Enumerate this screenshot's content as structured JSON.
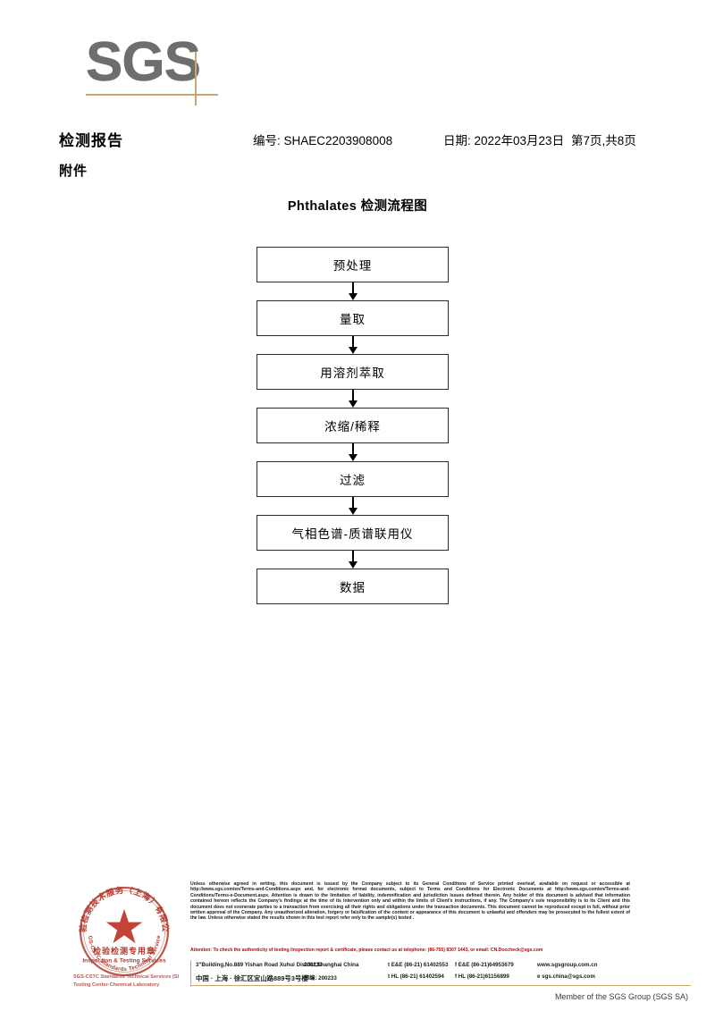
{
  "logo": {
    "text": "SGS"
  },
  "header": {
    "title": "检测报告",
    "report_no": "编号: SHAEC2203908008",
    "date": "日期: 2022年03月23日",
    "page": "第7页,共8页",
    "attachment_label": "附件"
  },
  "flowchart": {
    "title": "Phthalates 检测流程图",
    "steps": [
      {
        "label": "预处理"
      },
      {
        "label": "量取"
      },
      {
        "label": "用溶剂萃取"
      },
      {
        "label": "浓缩/稀释"
      },
      {
        "label": "过滤"
      },
      {
        "label": "气相色谱-质谱联用仪"
      },
      {
        "label": "数据"
      }
    ]
  },
  "stamp": {
    "top_text": "检验检测技术服务（上海）有限公司",
    "center_line1": "检验检测专用章",
    "center_line2": "Inspection & Testing Services",
    "under_line1": "SGS-CSTC Standards Technical Services (Shanghai) Co., Ltd.",
    "under_line2": "Testing Center-Chemical Laboratory",
    "color": "#b5392f"
  },
  "footer": {
    "legal": "Unless otherwise agreed in writing, this document is issued by the Company subject to its General Conditions of Service printed overleaf, available on request or accessible at http://www.sgs.com/en/Terms-and-Conditions.aspx and, for electronic format documents, subject to Terms and Conditions for Electronic Documents at http://www.sgs.com/en/Terms-and-Conditions/Terms-e-Document.aspx. Attention is drawn to the limitation of liability, indemnification and jurisdiction issues defined therein. Any holder of this document is advised that information contained hereon reflects the Company's findings at the time of its intervention only and within the limits of Client's instructions, if any. The Company's sole responsibility is to its Client and this document does not exonerate parties to a transaction from exercising all their rights and obligations under the transaction documents. This document cannot be reproduced except in full, without prior written approval of the Company. Any unauthorized alteration, forgery or falsification of the content or appearance of this document is unlawful and offenders may be prosecuted to the fullest extent of the law. Unless otherwise stated the results shown in this test report refer only to the sample(s) tested .",
    "attention": "Attention: To check the authenticity of testing /inspection report & certificate, please contact us at telephone: (86-755) 8307 1443, or email: CN.Doccheck@sgs.com",
    "address_en": "3\"Building,No.889 Yishan Road Xuhui District,Shanghai China",
    "address_cn": "中国 · 上海 · 徐汇区宜山路889号3号楼",
    "zip_en": "200233",
    "zip_cn": "邮编: 200233",
    "tel_ee": "t E&E (86-21) 61402553",
    "fax_ee": "f E&E (86-21)64953679",
    "tel_hl": "t HL (86-21) 61402594",
    "fax_hl": "f HL (86-21)61156899",
    "website": "www.sgsgroup.com.cn",
    "email": "e  sgs.china@sgs.com",
    "member": "Member of the SGS Group (SGS SA)",
    "rule_color": "#c8a678"
  }
}
